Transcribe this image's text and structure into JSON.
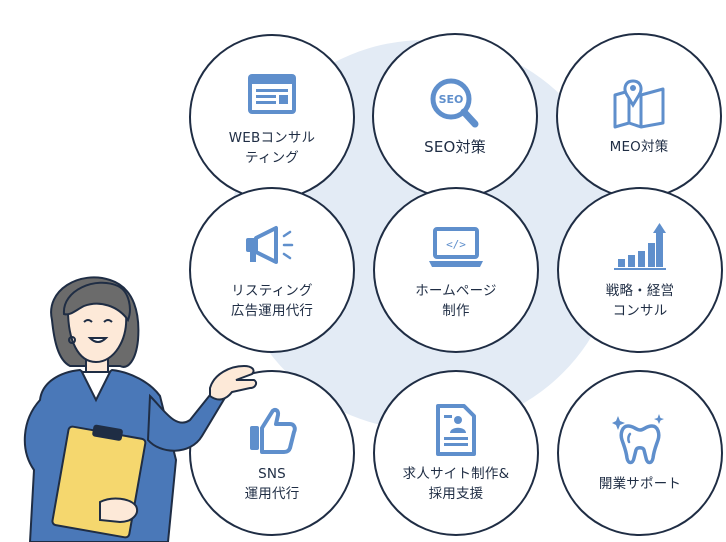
{
  "colors": {
    "outline": "#1f2d44",
    "icon_blue": "#5f8fcc",
    "background_blob": "#e3ebf5",
    "jacket": "#4a78b8",
    "clipboard": "#f5d76e"
  },
  "services": [
    {
      "label": "WEBコンサル\nティング",
      "icon": "web-page-icon"
    },
    {
      "label": "SEO対策",
      "icon": "seo-magnifier-icon"
    },
    {
      "label": "MEO対策",
      "icon": "map-pin-icon"
    },
    {
      "label": "リスティング\n広告運用代行",
      "icon": "megaphone-icon"
    },
    {
      "label": "ホームページ\n制作",
      "icon": "laptop-code-icon"
    },
    {
      "label": "戦略・経営\nコンサル",
      "icon": "growth-chart-icon"
    },
    {
      "label": "SNS\n運用代行",
      "icon": "thumbs-up-icon"
    },
    {
      "label": "求人サイト制作&\n採用支援",
      "icon": "resume-document-icon"
    },
    {
      "label": "開業サポート",
      "icon": "tooth-sparkle-icon"
    }
  ],
  "seo_icon_text": "SEO",
  "laptop_icon_text": "</>"
}
